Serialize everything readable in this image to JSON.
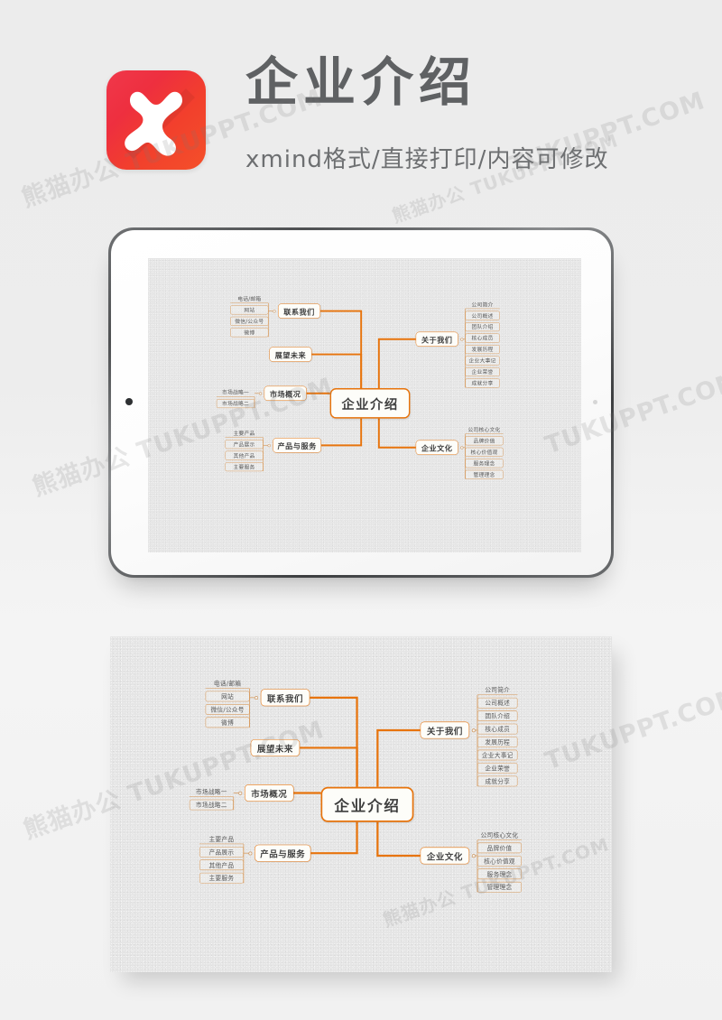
{
  "header": {
    "title": "企业介绍",
    "subtitle": "xmind格式/直接打印/内容可修改",
    "logo_name": "xmind-logo"
  },
  "watermark": {
    "text": "熊猫办公 TUKUPPT.COM",
    "short": "TUKUPPT.COM"
  },
  "colors": {
    "accent": "#e8740c",
    "leaf_line": "#d79a5c",
    "title_gray": "#5f6163",
    "logo_red": "#ee2f3f",
    "logo_orange": "#f4502a",
    "page_bg": "#ececec",
    "paper_bg": "#e5e5e5"
  },
  "mindmap": {
    "root": "企业介绍",
    "branches": [
      {
        "label": "联系我们",
        "side": "left",
        "children": [
          "电话/邮箱",
          "网站",
          "微信/公众号",
          "微博"
        ]
      },
      {
        "label": "展望未来",
        "side": "left",
        "children": []
      },
      {
        "label": "市场概况",
        "side": "left",
        "children": [
          "市场战略一",
          "市场战略二"
        ]
      },
      {
        "label": "产品与服务",
        "side": "left",
        "children": [
          "主要产品",
          "产品展示",
          "其他产品",
          "主要服务"
        ]
      },
      {
        "label": "关于我们",
        "side": "right",
        "children": [
          "公司简介",
          "公司概述",
          "团队介绍",
          "核心成员",
          "发展历程",
          "企业大事记",
          "企业荣誉",
          "成就分享"
        ]
      },
      {
        "label": "企业文化",
        "side": "right",
        "children": [
          "公司核心文化",
          "品牌价值",
          "核心价值观",
          "服务理念",
          "管理理念"
        ]
      }
    ]
  },
  "previews": [
    {
      "name": "tablet-preview",
      "device": "tablet"
    },
    {
      "name": "flat-preview",
      "device": "flat"
    }
  ]
}
